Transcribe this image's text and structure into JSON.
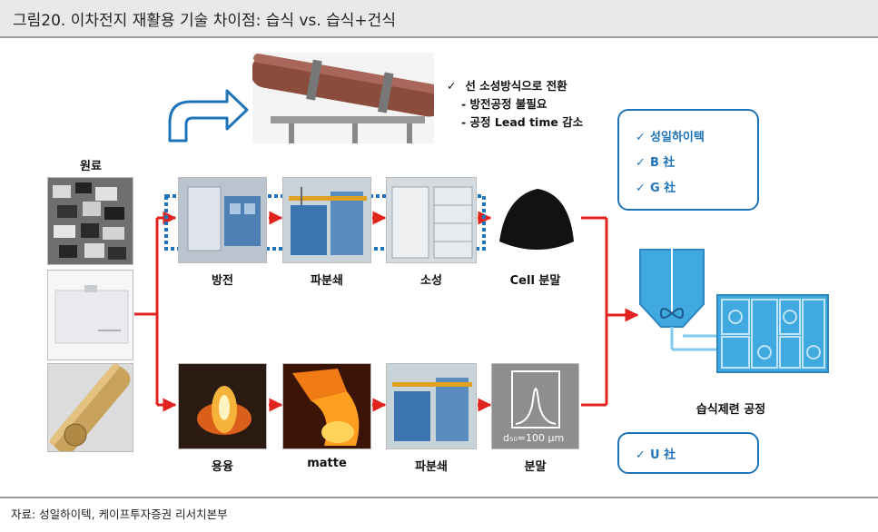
{
  "title": "그림20. 이차전지 재활용 기술 차이점: 습식 vs. 습식+건식",
  "source": "자료: 성일하이텍, 케이프투자증권 리서치본부",
  "raw_material_label": "원료",
  "top_row": [
    "방전",
    "파분쇄",
    "소성",
    "Cell 분말"
  ],
  "bottom_row": [
    "용융",
    "matte",
    "파분쇄",
    "분말"
  ],
  "particle_size": "d₅₀=100 μm",
  "calcination_note": {
    "check": "✓",
    "headline": "선 소성방식으로 전환",
    "points": [
      "- 방전공정 불필요",
      "- 공정 Lead time 감소"
    ]
  },
  "wet_companies": {
    "check": "✓",
    "items": [
      "성일하이텍",
      "B 社",
      "G 社"
    ]
  },
  "dry_wet_companies": {
    "check": "✓",
    "items": [
      "U 社"
    ]
  },
  "refining_label": "습식제련 공정",
  "colors": {
    "flow_arrow": "#e0231f",
    "company_blue": "#1f73b8",
    "dotted_box": "#1f73b8",
    "tank_blue": "#3fa9e0"
  },
  "icons": [
    "check-icon",
    "flow-arrow-icon",
    "turn-arrow-icon",
    "rotary-kiln-image",
    "stirred-tank-icon"
  ]
}
